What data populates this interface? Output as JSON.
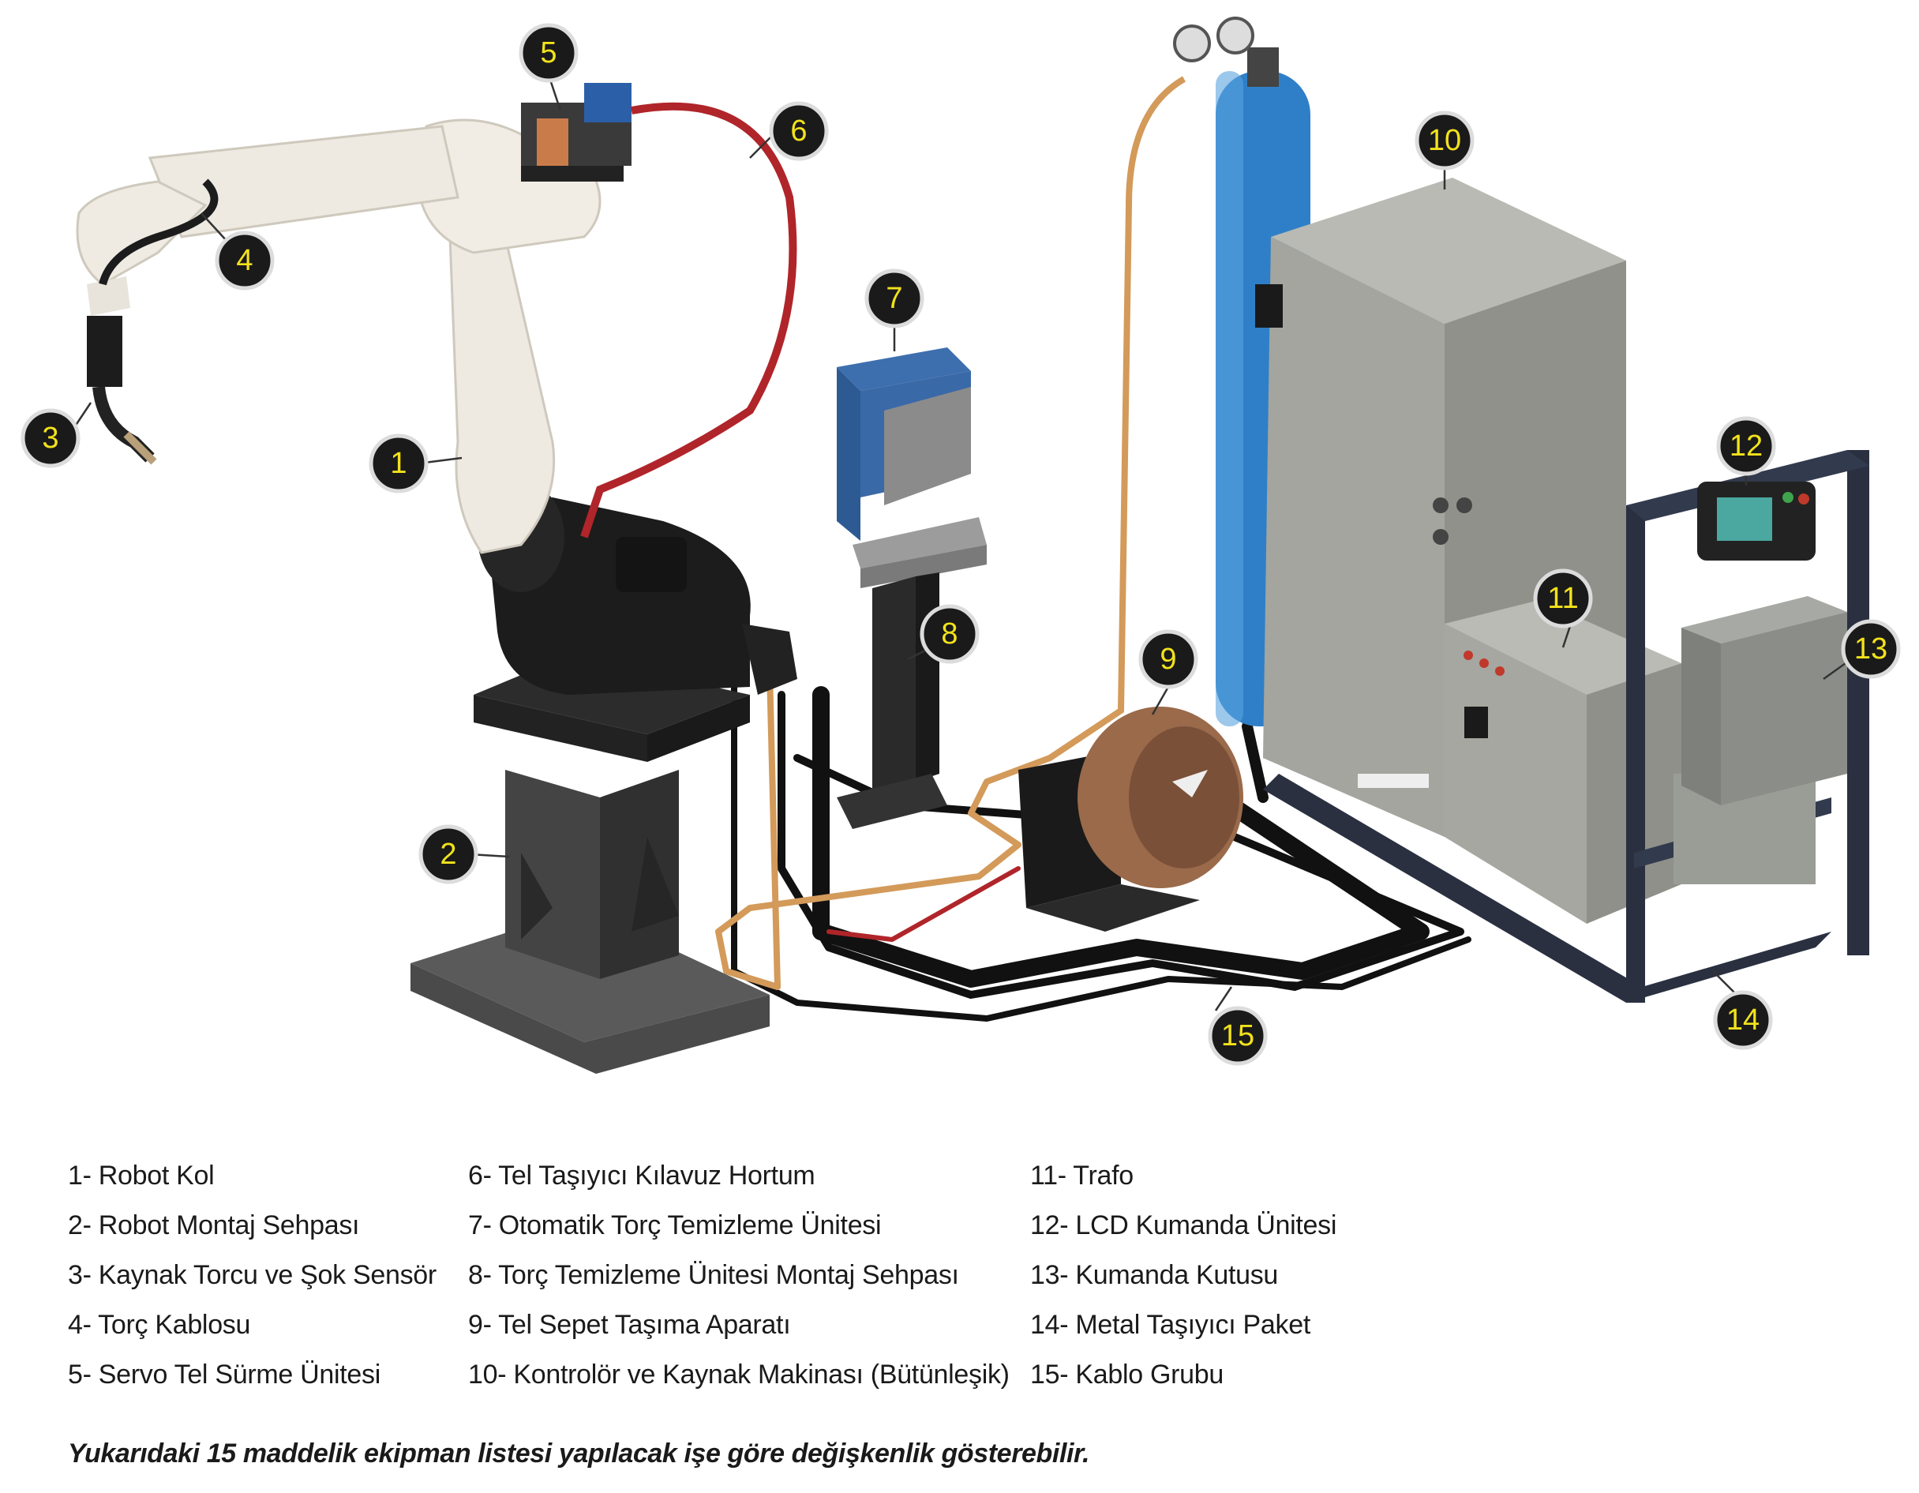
{
  "callouts": [
    {
      "n": "1",
      "label": "Robot Kol"
    },
    {
      "n": "2",
      "label": "Robot Montaj Sehpası"
    },
    {
      "n": "3",
      "label": "Kaynak Torcu ve Şok Sensör"
    },
    {
      "n": "4",
      "label": "Torç Kablosu"
    },
    {
      "n": "5",
      "label": "Servo Tel Sürme Ünitesi"
    },
    {
      "n": "6",
      "label": "Tel Taşıyıcı Kılavuz Hortum"
    },
    {
      "n": "7",
      "label": "Otomatik Torç Temizleme Ünitesi"
    },
    {
      "n": "8",
      "label": "Torç Temizleme Ünitesi Montaj Sehpası"
    },
    {
      "n": "9",
      "label": "Tel Sepet Taşıma Aparatı"
    },
    {
      "n": "10",
      "label": "Kontrolör ve Kaynak Makinası (Bütünleşik)"
    },
    {
      "n": "11",
      "label": "Trafo"
    },
    {
      "n": "12",
      "label": "LCD Kumanda Ünitesi"
    },
    {
      "n": "13",
      "label": "Kumanda Kutusu"
    },
    {
      "n": "14",
      "label": "Metal Taşıyıcı Paket"
    },
    {
      "n": "15",
      "label": "Kablo Grubu"
    }
  ],
  "legend": {
    "col1": [
      "1- Robot Kol",
      "2- Robot Montaj Sehpası",
      "3- Kaynak Torcu ve Şok Sensör",
      "4- Torç Kablosu",
      "5- Servo Tel Sürme Ünitesi"
    ],
    "col2": [
      "6- Tel Taşıyıcı Kılavuz Hortum",
      "7- Otomatik Torç Temizleme Ünitesi",
      "8- Torç Temizleme Ünitesi Montaj Sehpası",
      "9- Tel Sepet Taşıma Aparatı",
      "10- Kontrolör ve Kaynak Makinası (Bütünleşik)"
    ],
    "col3": [
      "11- Trafo",
      "12- LCD Kumanda Ünitesi",
      "13- Kumanda Kutusu",
      "14- Metal Taşıyıcı Paket",
      "15- Kablo Grubu"
    ]
  },
  "note": "Yukarıdaki 15 maddelik ekipman listesi yapılacak işe göre değişkenlik gösterebilir.",
  "colors": {
    "robot_white": "#eeeae2",
    "robot_black": "#1c1c1c",
    "stand": "#3a3a3a",
    "gas_cylinder": "#2f7fc8",
    "cabinet": "#a9aba4",
    "frame": "#2a3040",
    "hose_red": "#b0252a",
    "hose_orange": "#d39a5a",
    "callout_text": "#f2e21b"
  }
}
